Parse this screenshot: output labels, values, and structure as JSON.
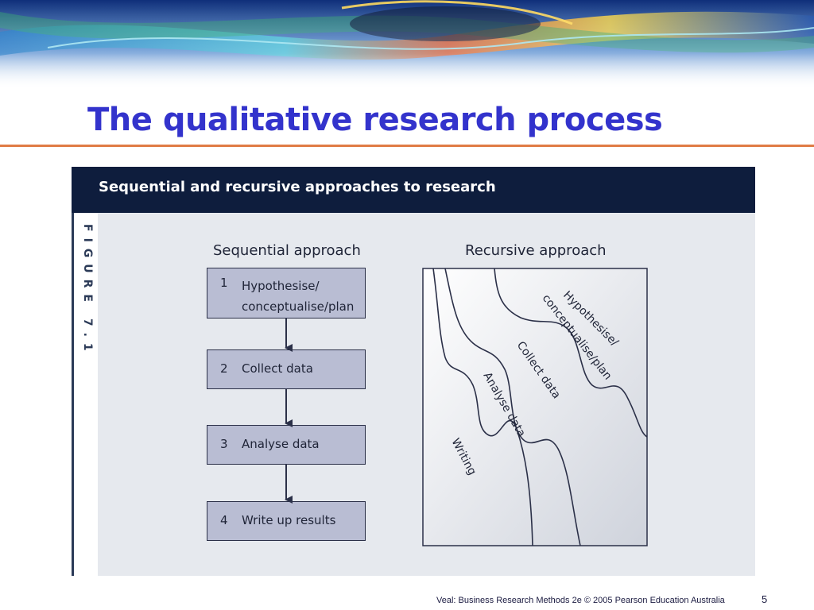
{
  "slide": {
    "title": "The qualitative research process",
    "footer": "Veal: Business Research Methods 2e © 2005 Pearson Education Australia",
    "page_number": "5"
  },
  "figure": {
    "label": "FIGURE 7.1",
    "heading": "Sequential and recursive approaches to research",
    "sequential": {
      "heading": "Sequential approach",
      "steps": [
        {
          "num": "1",
          "line1": "Hypothesise/",
          "line2": "conceptualise/plan"
        },
        {
          "num": "2",
          "line1": "Collect data"
        },
        {
          "num": "3",
          "line1": "Analyse data"
        },
        {
          "num": "4",
          "line1": "Write up results"
        }
      ]
    },
    "recursive": {
      "heading": "Recursive approach",
      "bands": {
        "hypothesise_line1": "Hypothesise/",
        "hypothesise_line2": "conceptualise/plan",
        "collect": "Collect data",
        "analyse": "Analyse data",
        "writing": "Writing"
      }
    }
  },
  "colors": {
    "title": "#3333cc",
    "title_rule": "#e07b45",
    "header_bar": "#0e1d3d",
    "step_fill": "#b9bdd3"
  }
}
